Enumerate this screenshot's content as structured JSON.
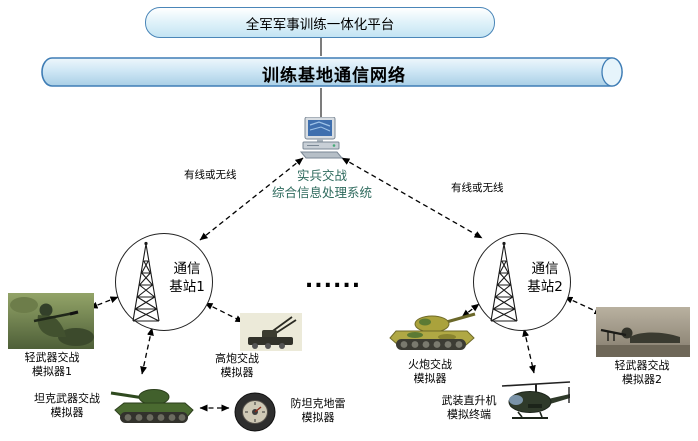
{
  "platform": {
    "label": "全军军事训练一体化平台"
  },
  "network": {
    "label": "训练基地通信网络"
  },
  "processor": {
    "line1": "实兵交战",
    "line2": "综合信息处理系统"
  },
  "links": {
    "left_label": "有线或无线",
    "right_label": "有线或无线"
  },
  "station1": {
    "line1": "通信",
    "line2": "基站1"
  },
  "station2": {
    "line1": "通信",
    "line2": "基站2"
  },
  "ellipsis": "......",
  "simulators": {
    "light1": {
      "line1": "轻武器交战",
      "line2": "模拟器1"
    },
    "tank": {
      "line1": "坦克武器交战",
      "line2": "模拟器"
    },
    "aagun": {
      "line1": "高炮交战",
      "line2": "模拟器"
    },
    "mine": {
      "line1": "防坦克地雷",
      "line2": "模拟器"
    },
    "artillery": {
      "line1": "火炮交战",
      "line2": "模拟器"
    },
    "helicopter": {
      "line1": "武装直升机",
      "line2": "模拟终端"
    },
    "light2": {
      "line1": "轻武器交战",
      "line2": "模拟器2"
    }
  },
  "colors": {
    "pipe_outline": "#3f7db5",
    "pipe_fill": "#cfe7f5",
    "platform_fill": "#c3e4f3",
    "platform_outline": "#4a86b8",
    "processor_text": "#2f6b5e",
    "line_color": "#000000"
  }
}
